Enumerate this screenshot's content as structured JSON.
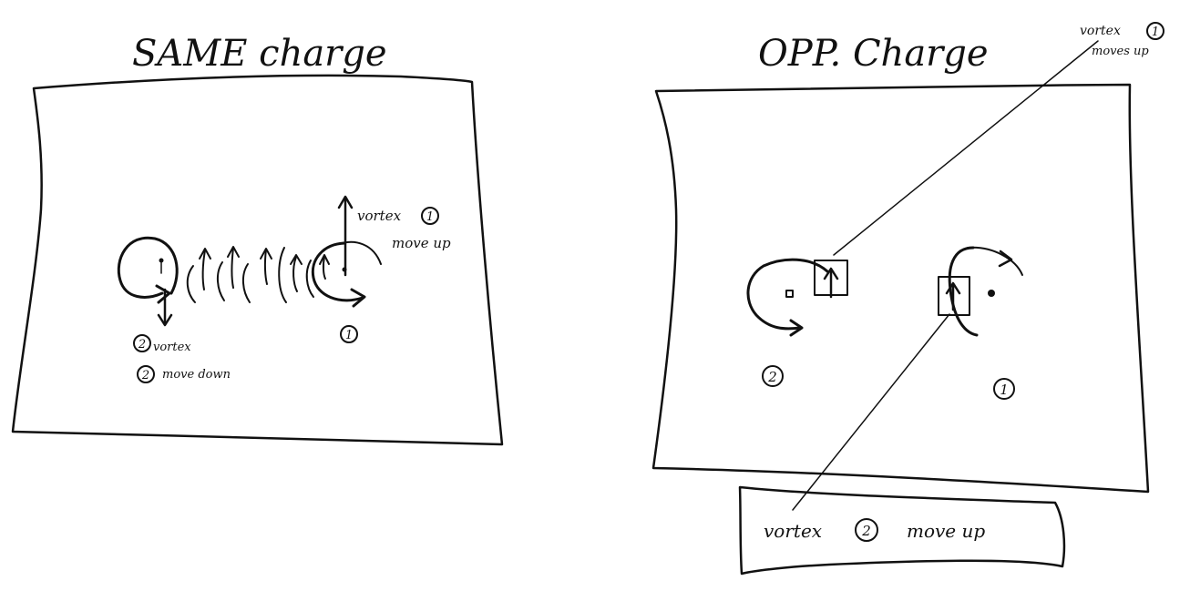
{
  "left_panel": {
    "title": "SAME charge",
    "vortex1_label": "vortex",
    "vortex1_num": "1",
    "vortex1_action": "move up",
    "vortex2_label": "vortex",
    "vortex2_num": "2",
    "vortex2_action": "move down",
    "charge1_num": "1",
    "charge2_num": "2"
  },
  "right_panel": {
    "title": "OPP. Charge",
    "vortex1_label": "vortex",
    "vortex1_num": "1",
    "vortex1_action": "moves up",
    "charge2_num": "2",
    "charge1_num": "1",
    "callout_text": "vortex",
    "callout_num": "2",
    "callout_action": "move up"
  },
  "colors": {
    "ink": "#111111",
    "paper": "#ffffff"
  }
}
